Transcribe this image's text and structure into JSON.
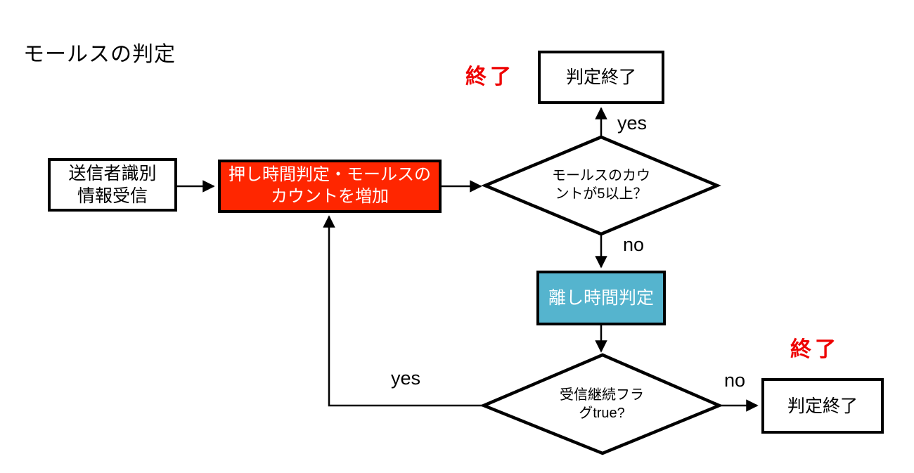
{
  "title": "モールスの判定",
  "nodes": {
    "start": {
      "line1": "送信者識別",
      "line2": "情報受信"
    },
    "press": {
      "line1": "押し時間判定・モールスの",
      "line2": "カウントを増加"
    },
    "count_check": {
      "line1": "モールスのカウ",
      "line2": "ントが5以上？"
    },
    "end_top": {
      "label": "判定終了"
    },
    "release": {
      "label": "離し時間判定"
    },
    "continue_check": {
      "line1": "受信継続フラ",
      "line2": "グtrue?"
    },
    "end_bottom": {
      "label": "判定終了"
    }
  },
  "edge_labels": {
    "yes_to_end_top": "yes",
    "no_to_release": "no",
    "yes_loop": "yes",
    "no_to_end_bottom": "no"
  },
  "end_markers": {
    "top": "終了",
    "bottom": "終了"
  },
  "colors": {
    "process_red": "#ff2600",
    "process_blue": "#55b4ce",
    "end_marker_red": "#ee0000",
    "line_black": "#000000",
    "background": "#ffffff"
  }
}
